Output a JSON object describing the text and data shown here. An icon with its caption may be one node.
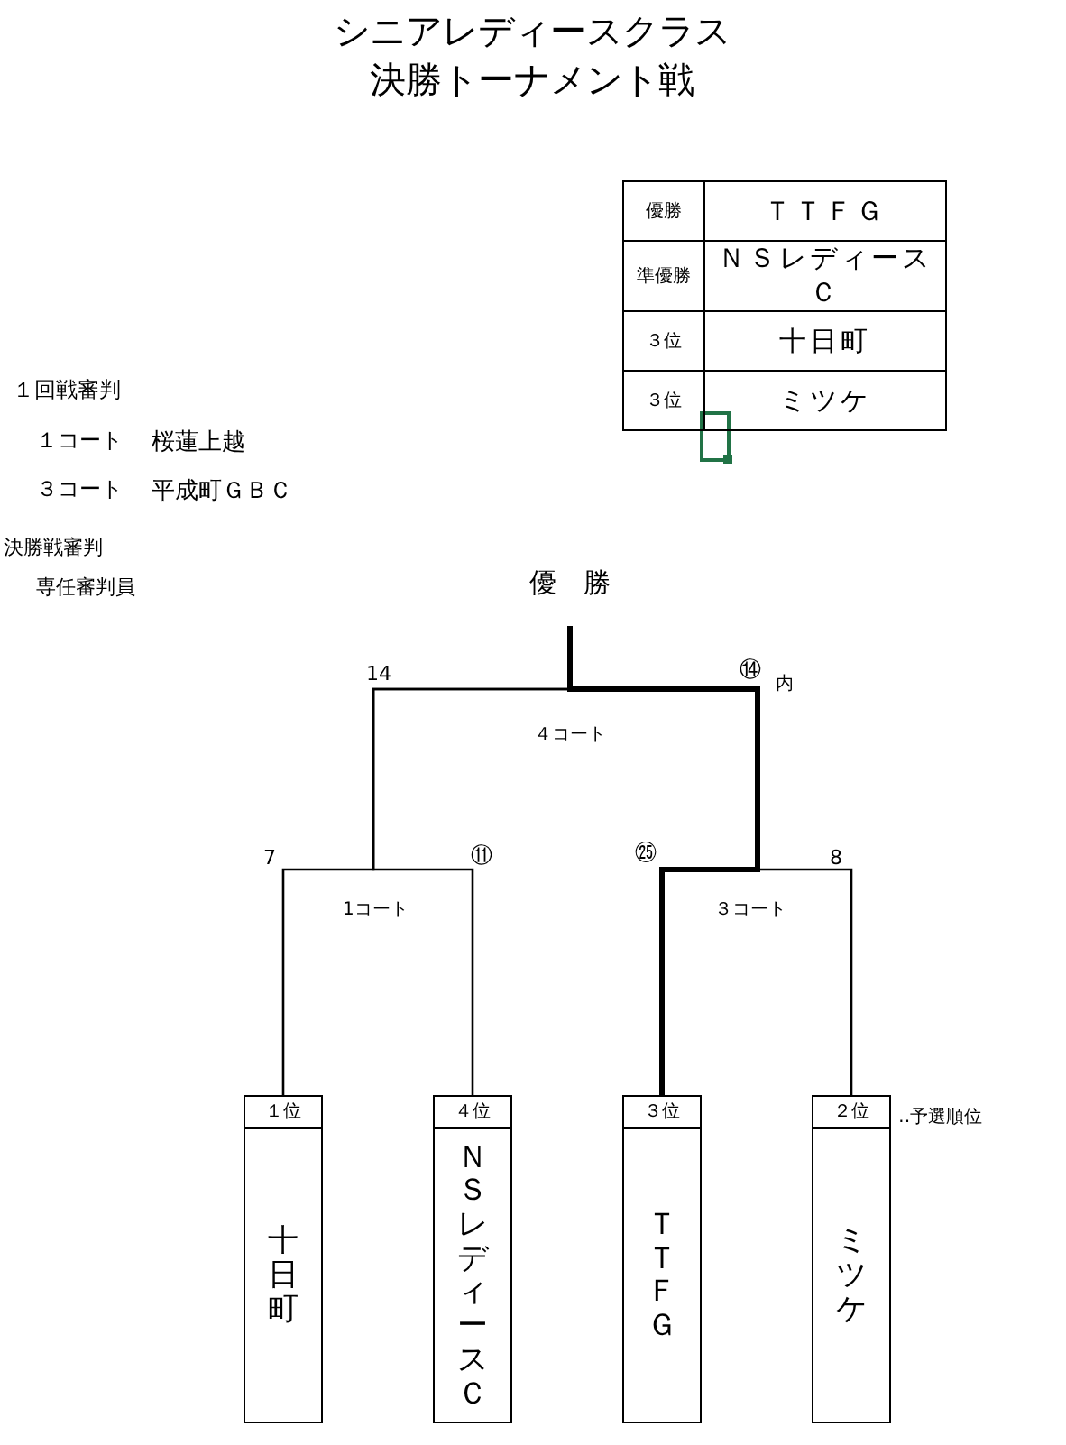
{
  "diagram": {
    "title": "シニアレディースクラス決勝トーナメント戦",
    "nodes": [
      {
        "text": [
          "優　勝"
        ]
      },
      {
        "text": [
          "１位",
          "十日町"
        ]
      },
      {
        "text": [
          "４位",
          "ＮＳレディースＣ"
        ]
      },
      {
        "text": [
          "３位",
          "ＴＴＦＧ"
        ]
      },
      {
        "text": [
          "２位",
          "ミツケ"
        ],
        "beside": [
          "‥予選順位"
        ]
      }
    ],
    "edges": [
      {
        "from": 1,
        "to": 0,
        "arrow": "none"
      },
      {
        "from": 2,
        "to": 0,
        "arrow": "none"
      },
      {
        "from": 3,
        "to": 0,
        "arrow": "none",
        "style": "thick"
      },
      {
        "from": 4,
        "to": 0,
        "arrow": "none"
      }
    ],
    "labels": [
      "優勝",
      "ＴＴＦＧ",
      "準優勝",
      "ＮＳレディースＣ",
      "３位",
      "十日町",
      "３位",
      "ミツケ",
      "１回戦審判",
      "１コート",
      "桜蓮上越",
      "３コート",
      "平成町ＧＢＣ",
      "決勝戦審判",
      "専任審判員",
      "14",
      "⑭",
      "内",
      "４コート",
      "7",
      "⑪",
      "㉕",
      "8",
      "1コート",
      "３コート"
    ]
  }
}
